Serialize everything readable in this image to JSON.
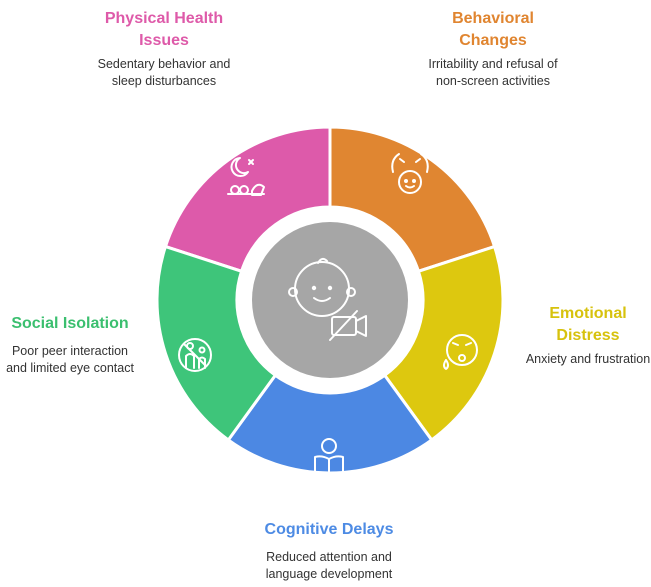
{
  "segments": [
    {
      "key": "physical",
      "title_lines": [
        "Physical Health",
        "Issues"
      ],
      "desc_lines": [
        "Sedentary behavior and",
        "sleep disturbances"
      ],
      "color": "#dd5aaa",
      "icon": "sleep-and-lying-icon"
    },
    {
      "key": "behavioral",
      "title_lines": [
        "Behavioral",
        "Changes"
      ],
      "desc_lines": [
        "Irritability and refusal of",
        "non-screen activities"
      ],
      "color": "#e08631",
      "icon": "child-hands-icon"
    },
    {
      "key": "emotional",
      "title_lines": [
        "Emotional",
        "Distress"
      ],
      "desc_lines": [
        "Anxiety and frustration"
      ],
      "color": "#ddc80f",
      "icon": "distressed-face-icon"
    },
    {
      "key": "cognitive",
      "title_lines": [
        "Cognitive Delays"
      ],
      "desc_lines": [
        "Reduced attention and",
        "language development"
      ],
      "color": "#4c88e3",
      "icon": "reading-book-icon"
    },
    {
      "key": "social",
      "title_lines": [
        "Social Isolation"
      ],
      "desc_lines": [
        "Poor peer interaction",
        "and limited eye contact"
      ],
      "color": "#3ec57a",
      "icon": "no-people-icon"
    }
  ],
  "center": {
    "color": "#a6a6a6",
    "icon": "baby-no-video-icon"
  }
}
